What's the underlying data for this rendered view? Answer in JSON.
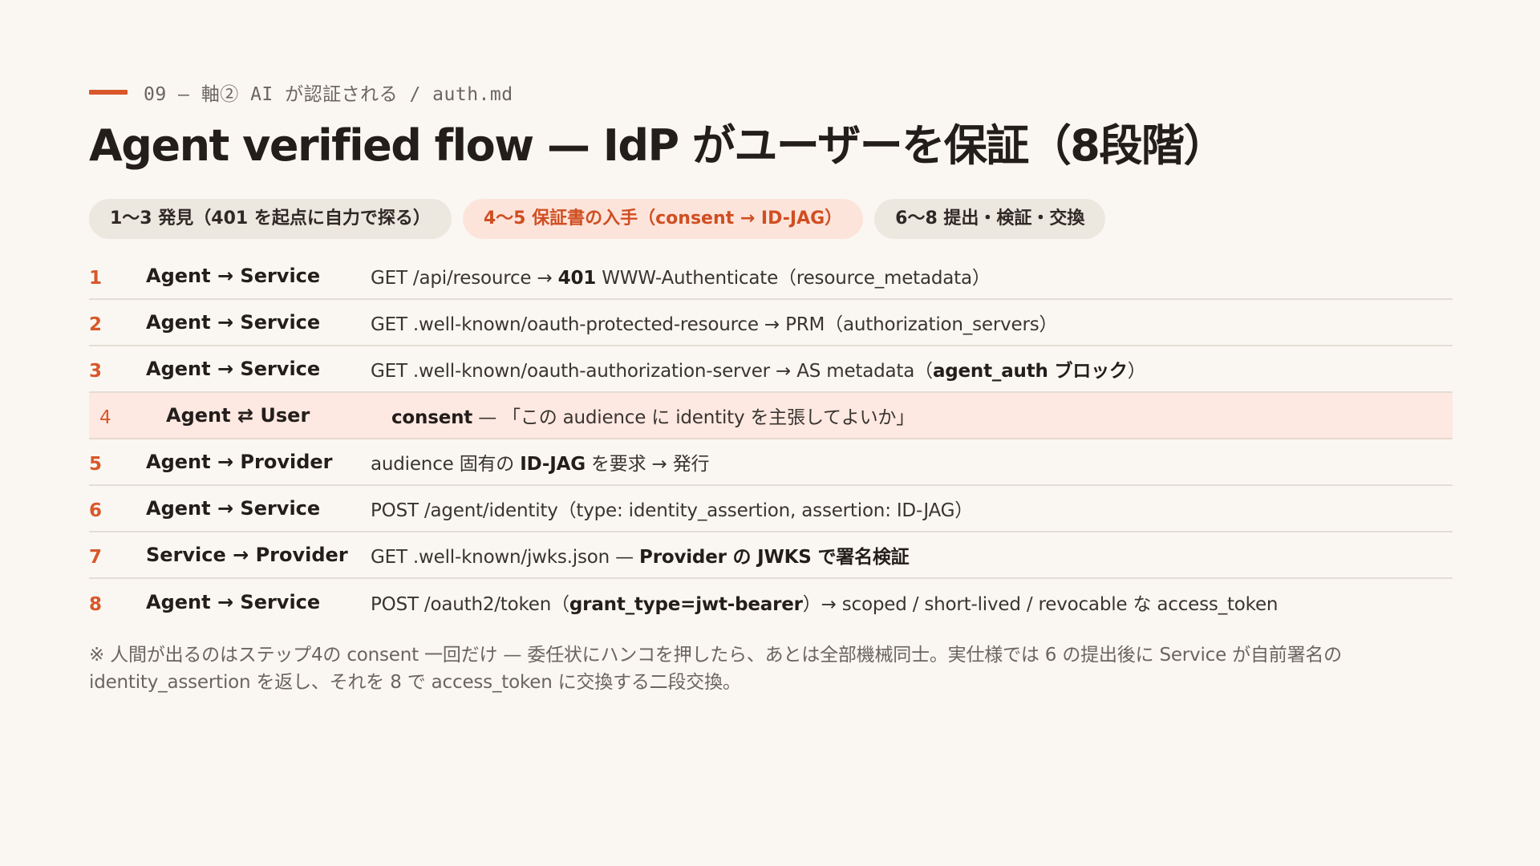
{
  "header": {
    "eyebrow": "09 — 軸② AI が認証される / auth.md",
    "title": "Agent verified flow — IdP がユーザーを保証（8段階）"
  },
  "phases": [
    {
      "label": "1〜3 発見（401 を起点に自力で探る）",
      "style": "neutral"
    },
    {
      "label": "4〜5 保証書の入手（consent → ID-JAG）",
      "style": "accent"
    },
    {
      "label": "6〜8 提出・検証・交換",
      "style": "neutral"
    }
  ],
  "steps": [
    {
      "num": "1",
      "actor": "Agent → Service",
      "highlight": false,
      "parts": [
        {
          "t": "GET /api/resource → "
        },
        {
          "t": "401",
          "b": true
        },
        {
          "t": " WWW-Authenticate（resource_metadata）"
        }
      ]
    },
    {
      "num": "2",
      "actor": "Agent → Service",
      "highlight": false,
      "parts": [
        {
          "t": "GET .well-known/oauth-protected-resource → PRM（authorization_servers）"
        }
      ]
    },
    {
      "num": "3",
      "actor": "Agent → Service",
      "highlight": false,
      "parts": [
        {
          "t": "GET .well-known/oauth-authorization-server → AS metadata（"
        },
        {
          "t": "agent_auth ブロック",
          "b": true
        },
        {
          "t": "）"
        }
      ]
    },
    {
      "num": "4",
      "actor": "Agent ⇄ User",
      "highlight": true,
      "parts": [
        {
          "t": "consent",
          "b": true
        },
        {
          "t": " — 「この audience に identity を主張してよいか」"
        }
      ]
    },
    {
      "num": "5",
      "actor": "Agent → Provider",
      "highlight": false,
      "parts": [
        {
          "t": "audience 固有の "
        },
        {
          "t": "ID-JAG",
          "b": true
        },
        {
          "t": " を要求 → 発行"
        }
      ]
    },
    {
      "num": "6",
      "actor": "Agent → Service",
      "highlight": false,
      "parts": [
        {
          "t": "POST /agent/identity（type: identity_assertion, assertion: ID-JAG）"
        }
      ]
    },
    {
      "num": "7",
      "actor": "Service → Provider",
      "highlight": false,
      "parts": [
        {
          "t": "GET .well-known/jwks.json — "
        },
        {
          "t": "Provider の JWKS で署名検証",
          "b": true
        }
      ]
    },
    {
      "num": "8",
      "actor": "Agent → Service",
      "highlight": false,
      "parts": [
        {
          "t": "POST /oauth2/token（"
        },
        {
          "t": "grant_type=jwt-bearer",
          "b": true
        },
        {
          "t": "）→ scoped / short-lived / revocable な access_token"
        }
      ]
    }
  ],
  "note": {
    "line1": "※ 人間が出るのはステップ4の consent 一回だけ — 委任状にハンコを押したら、あとは全部機械同士。実仕様では 6 の提出後に Service が自前署名の",
    "line2": "identity_assertion を返し、それを 8 で access_token に交換する二段交換。"
  },
  "colors": {
    "accent": "#d8582b",
    "background": "#faf7f3",
    "highlight_row": "#fde9e1",
    "pill_neutral": "#ece7df",
    "pill_accent": "#fde4db"
  }
}
